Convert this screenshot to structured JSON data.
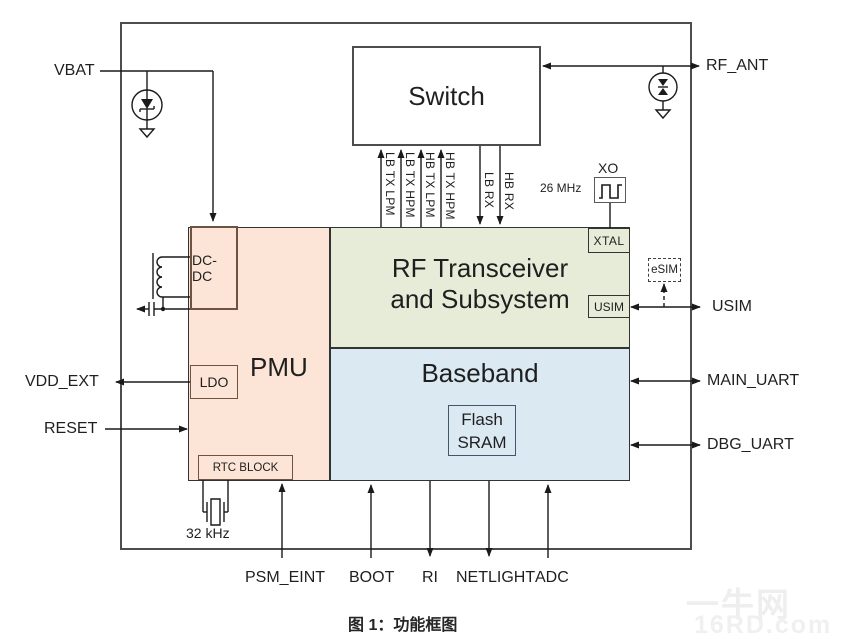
{
  "page": {
    "caption": "图 1：功能框图"
  },
  "watermark": {
    "line1": "一牛网",
    "line2": "16RD.com"
  },
  "blocks": {
    "switch": "Switch",
    "rf_line1": "RF Transceiver",
    "rf_line2": "and Subsystem",
    "baseband": "Baseband",
    "pmu": "PMU",
    "dcdc": "DC-DC",
    "ldo": "LDO",
    "rtc": "RTC BLOCK",
    "flash_line1": "Flash",
    "flash_line2": "SRAM",
    "xo": "XO",
    "xtal": "XTAL",
    "usim": "USIM",
    "esim": "eSIM"
  },
  "pins": {
    "vbat": "VBAT",
    "vdd_ext": "VDD_EXT",
    "reset": "RESET",
    "rf_ant": "RF_ANT",
    "usim": "USIM",
    "main_uart": "MAIN_UART",
    "dbg_uart": "DBG_UART",
    "psm_eint": "PSM_EINT",
    "boot": "BOOT",
    "ri": "RI",
    "netlight": "NETLIGHT",
    "adc": "ADC"
  },
  "annotations": {
    "xo_freq": "26 MHz",
    "rtc_freq": "32 kHz"
  },
  "rf_paths": {
    "lb_tx_lpm": "LB TX LPM",
    "lb_tx_hpm": "LB TX HPM",
    "hb_tx_lpm": "HB TX LPM",
    "hb_tx_hpm": "HB TX HPM",
    "lb_rx": "LB RX",
    "hb_rx": "HB RX"
  },
  "colors": {
    "pmu_fill": "#fce5d6",
    "rf_fill": "#e7ecd9",
    "baseband_fill": "#dbe9f2",
    "pmu_sub_border": "#6e5440",
    "block_border": "#333333",
    "outer_border": "#4d4d4d",
    "wire": "#1a1a1a",
    "watermark": "#eeeeee"
  }
}
